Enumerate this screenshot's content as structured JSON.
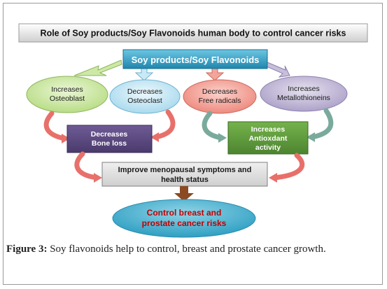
{
  "diagram": {
    "title": "Role of Soy products/Soy Flavonoids human body to control cancer risks",
    "source_node": "Soy products/Soy Flavonoids",
    "effects": [
      {
        "line1": "Increases",
        "line2": "Osteoblast"
      },
      {
        "line1": "Decreases",
        "line2": "Osteoclast"
      },
      {
        "line1": "Decreases",
        "line2": "Free radicals"
      },
      {
        "line1": "Increases",
        "line2": "Metallothioneins"
      }
    ],
    "bone_box": {
      "line1": "Decreases",
      "line2": "Bone loss"
    },
    "antioxidant_box": {
      "line1": "Increases",
      "line2": "Antioxdant",
      "line3": "activity"
    },
    "menopause_box": {
      "line1": "Improve menopausal symptoms and",
      "line2": "health status"
    },
    "outcome": {
      "line1": "Control breast and",
      "line2": "prostate cancer risks"
    },
    "colors": {
      "source": "#3ba6c8",
      "osteoblast": "#cde9a6",
      "osteoclast": "#c9e9f6",
      "free_radicals": "#f4a49a",
      "metallothioneins": "#c7bedb",
      "bone_box": "#5c4a82",
      "antioxidant_box": "#5f9a3b",
      "menopause_box": "#d9d9d9",
      "outcome": "#48b3cf",
      "outcome_text": "#c00000",
      "down_arrow": "#8b4a22"
    }
  },
  "caption": {
    "label": "Figure 3:",
    "text": "Soy flavonoids help to control, breast and prostate cancer growth."
  }
}
